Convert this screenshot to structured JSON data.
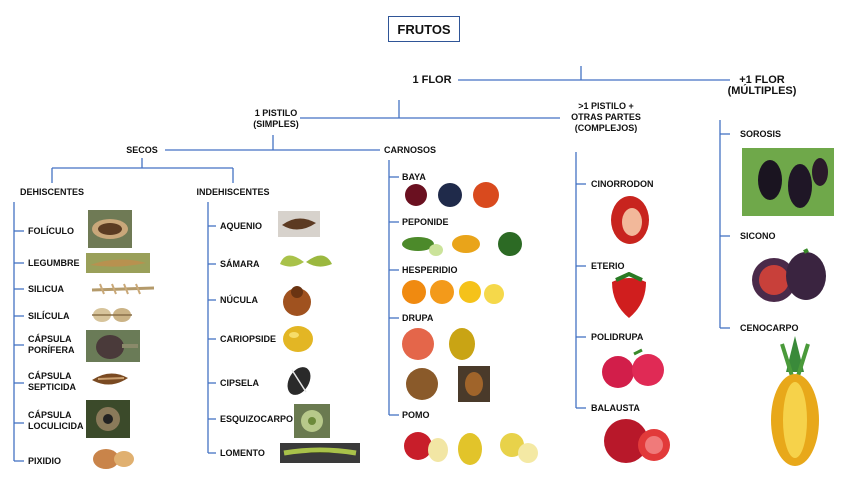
{
  "title": "FRUTOS",
  "root": {
    "one_flower": "1 FLOR",
    "multi_flower_line1": "+1 FLOR",
    "multi_flower_line2": "(MÚLTIPLES)"
  },
  "simple": {
    "line1": "1 PISTILO",
    "line2": "(SIMPLES)"
  },
  "complex": {
    "line1": ">1 PISTILO +",
    "line2": "OTRAS PARTES",
    "line3": "(COMPLEJOS)"
  },
  "dry": {
    "label": "SECOS",
    "dehiscent": {
      "label": "DEHISCENTES",
      "items": [
        "FOLÍCULO",
        "LEGUMBRE",
        "SILICUA",
        "SILÍCULA",
        "CÁPSULA",
        "PORÍFERA",
        "CÁPSULA",
        "SEPTICIDA",
        "CÁPSULA",
        "LOCULICIDA",
        "PIXIDIO"
      ]
    },
    "indehiscent": {
      "label": "INDEHISCENTES",
      "items": [
        "AQUENIO",
        "SÁMARA",
        "NÚCULA",
        "CARIOPSIDE",
        "CIPSELA",
        "ESQUIZOCARPO",
        "LOMENTO"
      ]
    }
  },
  "fleshy": {
    "label": "CARNOSOS",
    "items": [
      "BAYA",
      "PEPONIDE",
      "HESPERIDIO",
      "DRUPA",
      "POMO"
    ]
  },
  "complex_items": [
    "CINORRODON",
    "ETERIO",
    "POLIDRUPA",
    "BALAUSTA"
  ],
  "multiple_items": [
    "SOROSIS",
    "SICONO",
    "CENOCARPO"
  ],
  "colors": {
    "line": "#4472c4",
    "box_border": "#2f5597"
  },
  "icons": [
    "folliculus-image",
    "legume-pod-image",
    "silique-image",
    "silicle-image",
    "poppy-capsule-image",
    "septicidal-capsule-image",
    "loculicidal-capsule-image",
    "pyxidium-image",
    "achene-image",
    "samara-image",
    "hazelnut-image",
    "caryopsis-image",
    "sunflower-seed-image",
    "schizocarp-image",
    "loment-image",
    "berries-image",
    "cucurbits-image",
    "citrus-image",
    "drupes-image",
    "pome-image",
    "rosehip-image",
    "strawberry-image",
    "raspberry-image",
    "pomegranate-image",
    "mulberry-image",
    "fig-image",
    "pineapple-image"
  ]
}
